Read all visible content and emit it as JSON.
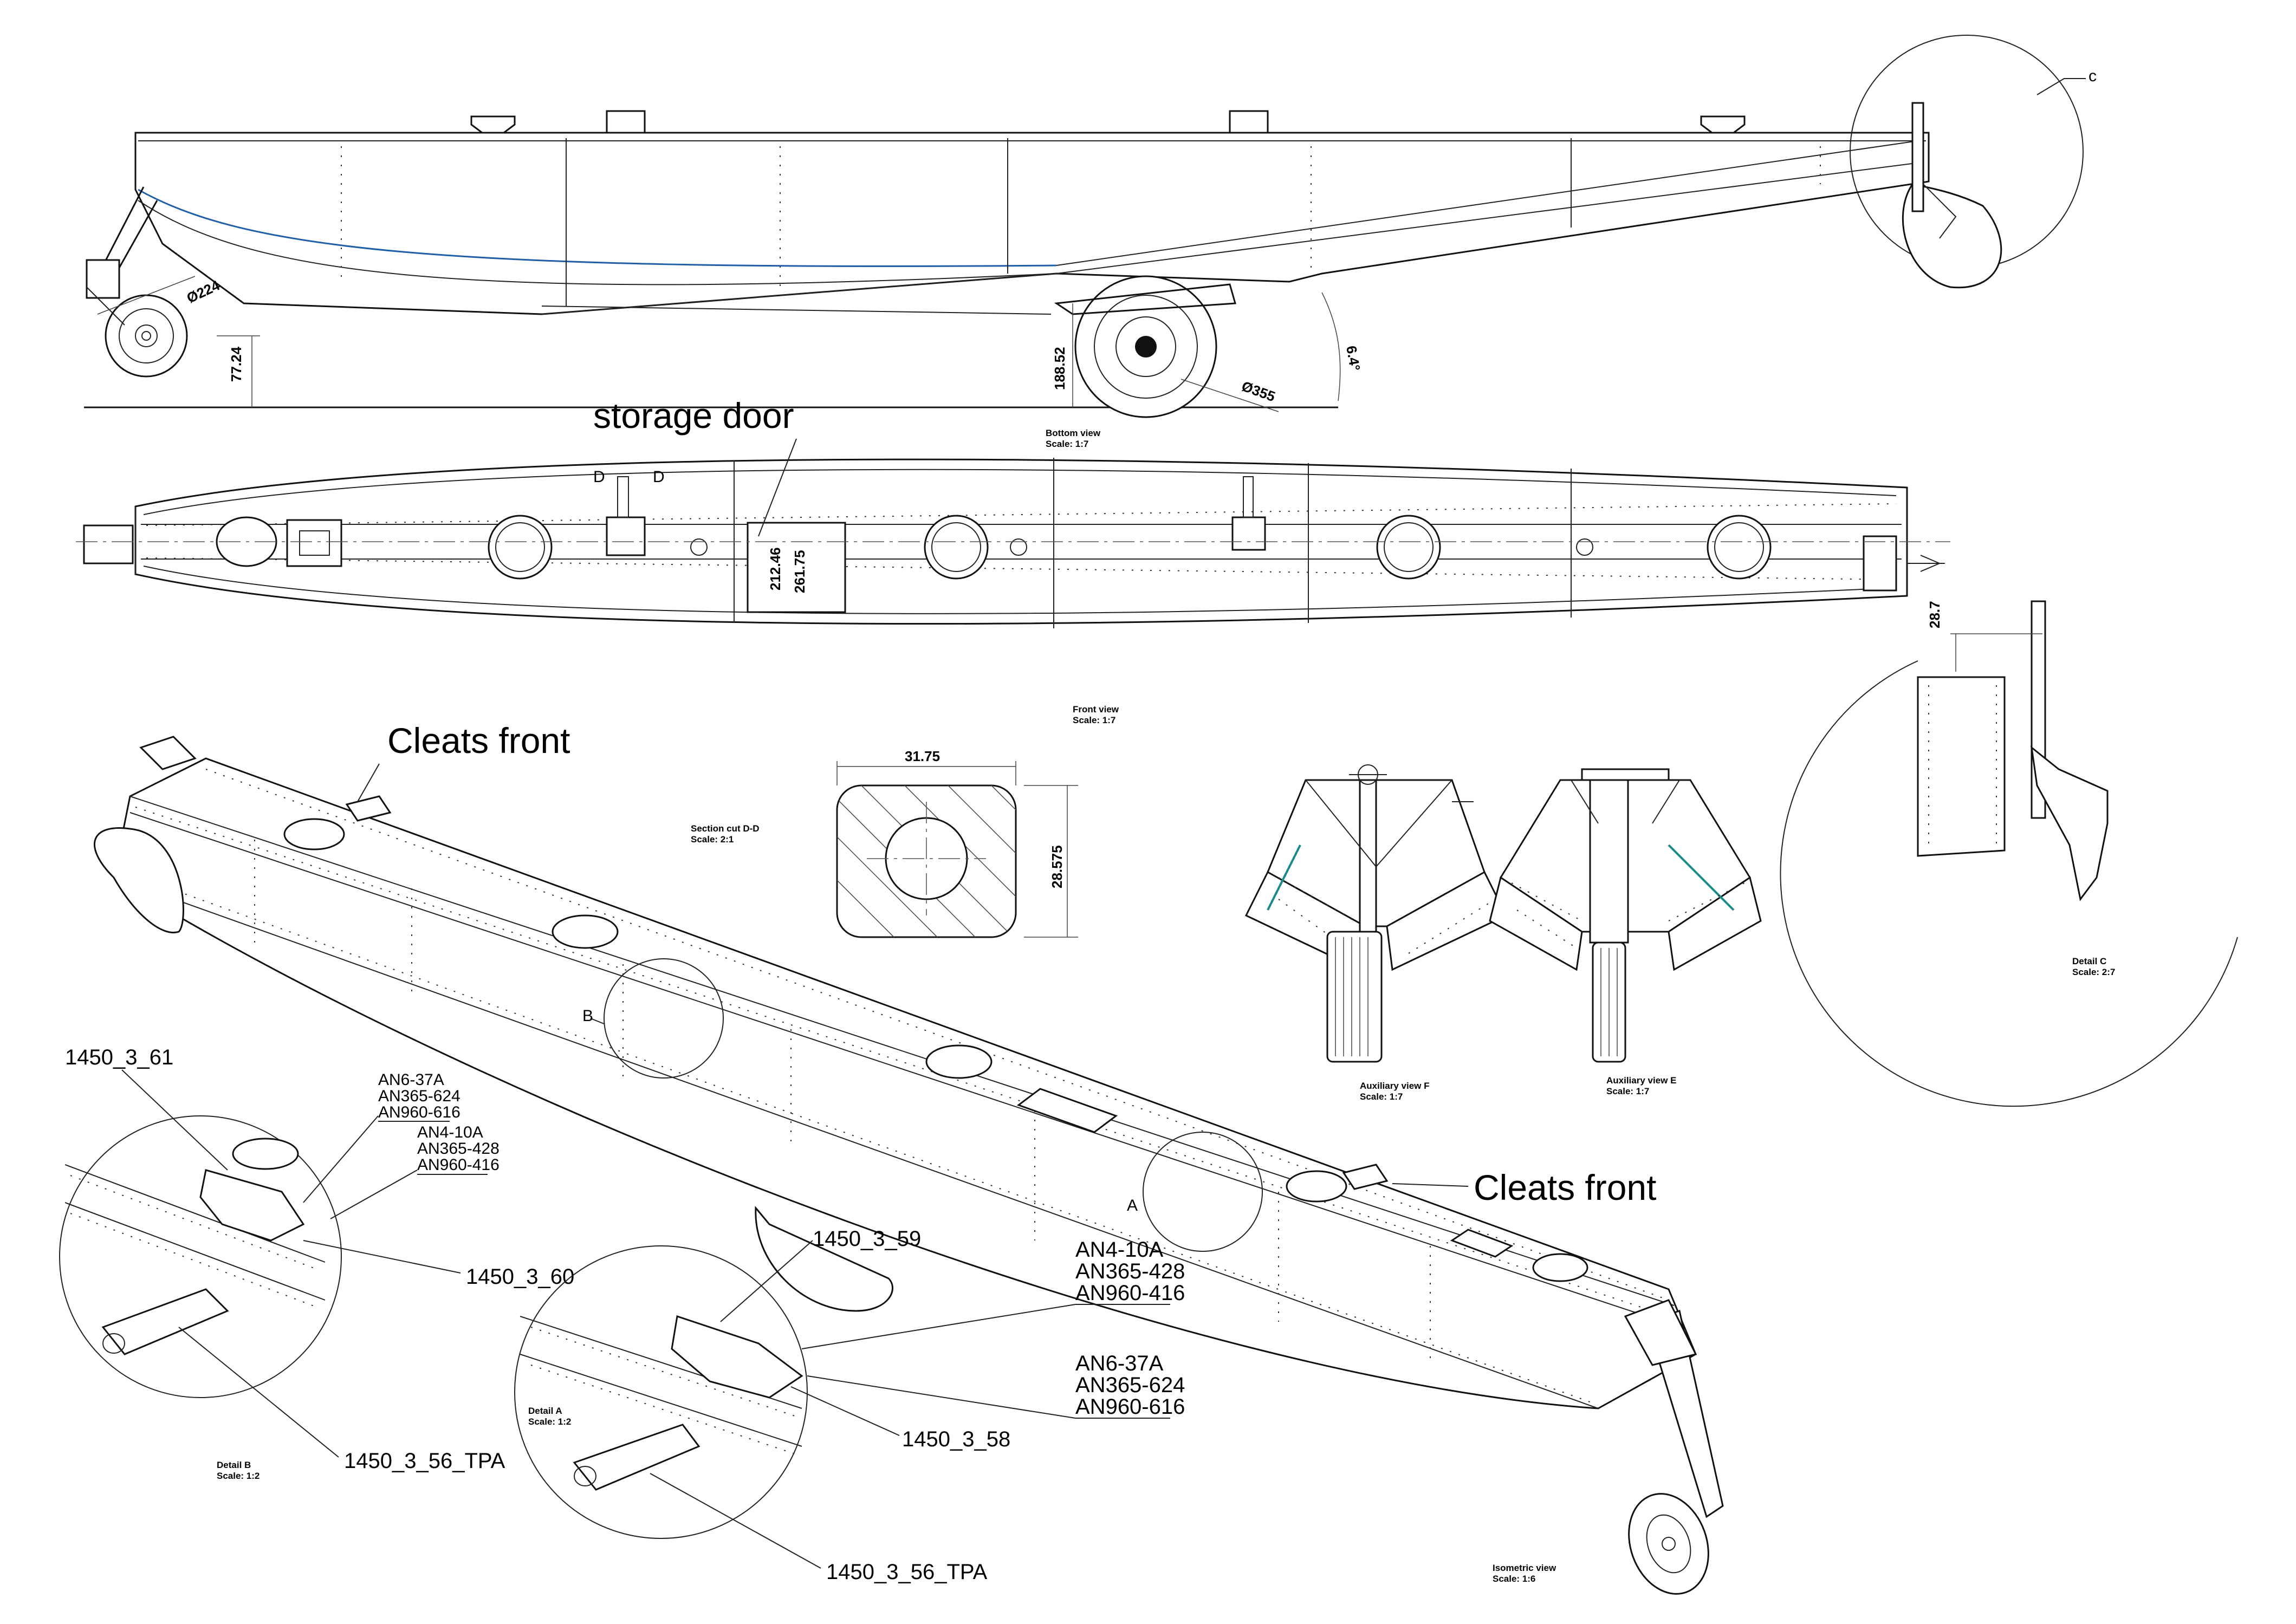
{
  "labels": {
    "storage_door": "storage door",
    "cleats_front_top": "Cleats front",
    "cleats_front_right": "Cleats front",
    "detail_c_marker": "c",
    "section_d_left": "D",
    "section_d_right": "D",
    "detail_b_marker": "B",
    "detail_a_marker": "A"
  },
  "views": {
    "bottom_view": {
      "name": "Bottom view",
      "scale": "Scale:  1:7"
    },
    "front_view": {
      "name": "Front view",
      "scale": "Scale:  1:7"
    },
    "section_dd": {
      "name": "Section cut D-D",
      "scale": "Scale:  2:1"
    },
    "aux_f": {
      "name": "Auxiliary view F",
      "scale": "Scale:  1:7"
    },
    "aux_e": {
      "name": "Auxiliary view E",
      "scale": "Scale:  1:7"
    },
    "detail_c": {
      "name": "Detail C",
      "scale": "Scale:  2:7"
    },
    "detail_b": {
      "name": "Detail B",
      "scale": "Scale:  1:2"
    },
    "detail_a": {
      "name": "Detail A",
      "scale": "Scale:  1:2"
    },
    "isometric": {
      "name": "Isometric view",
      "scale": "Scale:  1:6"
    }
  },
  "dimensions": {
    "front_wheel_dia": "Ø224",
    "front_wheel_height": "77.24",
    "main_wheel_height": "188.52",
    "main_wheel_dia": "Ø355",
    "angle": "6.4°",
    "door_width": "212.46",
    "door_length": "261.75",
    "section_width": "31.75",
    "section_height": "28.575",
    "detail_c_height": "28.7"
  },
  "callouts": {
    "b_part_61": "1450_3_61",
    "b_part_60": "1450_3_60",
    "b_part_56": "1450_3_56_TPA",
    "b_hw1": [
      "AN6-37A",
      "AN365-624",
      "AN960-616"
    ],
    "b_hw2": [
      "AN4-10A",
      "AN365-428",
      "AN960-416"
    ],
    "a_part_59": "1450_3_59",
    "a_part_58": "1450_3_58",
    "a_part_56": "1450_3_56_TPA",
    "a_hw1": [
      "AN4-10A",
      "AN365-428",
      "AN960-416"
    ],
    "a_hw2": [
      "AN6-37A",
      "AN365-624",
      "AN960-616"
    ]
  }
}
